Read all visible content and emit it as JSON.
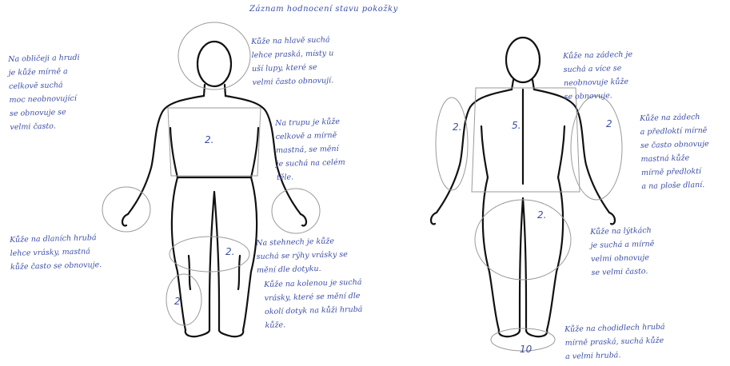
{
  "title": "Záznam hodnocení stavu pokožky",
  "notes": {
    "face": "Na obličeji a hrudi\nje kůže mírně a\ncelkově suchá\nmoc neobnovující\nse obnovuje se\nvelmi často.",
    "head": "Kůže na hlavě suchá\nlehce praská, místy u\nuší lupy, které se\nvelmi často obnovují.",
    "trunk": "Na trupu je kůže\ncelkově a mírně\nmastná, se mění\nje suchá na celém\ntěle.",
    "hands": "Kůže na dlaních hrubá\nlehce vrásky, mastná\nkůže často se obnovuje.",
    "thighs": "Na stehnech je kůže\nsuchá se rýhy vrásky se\nmění dle dotyku.",
    "knees": "Kůže na kolenou je suchá\nvrásky, které se mění dle\nokolí dotyk na kůži hrubá\nkůže.",
    "back_upper": "Kůže na zádech je\nsuchá a více se\nneobnovuje kůže\nse obnovuje.",
    "back_side": "Kůže na zádech\na předloktí mírně\nse často obnovuje\nmastná kůže\nmírně předloktí\na na ploše dlaní.",
    "calves": "Kůže na lýtkách\nje suchá a mírně\nvelmi obnovuje\nse velmi často.",
    "soles": "Kůže na chodidlech hrubá\nmírně praská, suchá kůže\na velmi hrubá."
  },
  "numbers": {
    "front_chest": "2.",
    "front_knee": "2.",
    "front_calf": "2",
    "back_center": "5.",
    "back_left": "2.",
    "back_right": "2",
    "back_leg": "2.",
    "back_foot": "10"
  }
}
